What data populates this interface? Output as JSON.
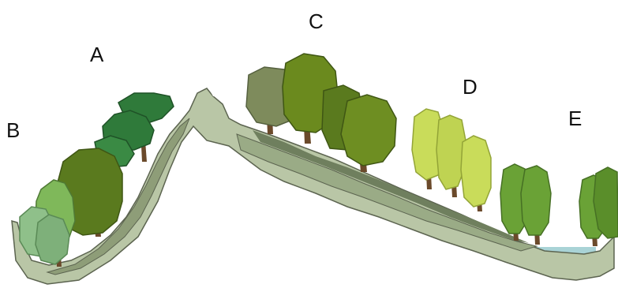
{
  "labels": {
    "a": "A",
    "b": "B",
    "c": "C",
    "d": "D",
    "e": "E"
  },
  "colors": {
    "soil_light": "#b9c6a6",
    "soil_mid": "#9aab86",
    "soil_dark": "#6f7f5e",
    "outline": "#5c6450",
    "water": "#a9d3d6",
    "tree_dark_green": "#2f7a3a",
    "tree_olive": "#5a7a1e",
    "tree_olive_light": "#7a9a2a",
    "tree_grey_olive": "#7e8b5c",
    "tree_lime": "#c9dc5a",
    "tree_light_green": "#7fb85a",
    "tree_pale_green": "#8fc08a",
    "trunk": "#6b4a2b"
  }
}
